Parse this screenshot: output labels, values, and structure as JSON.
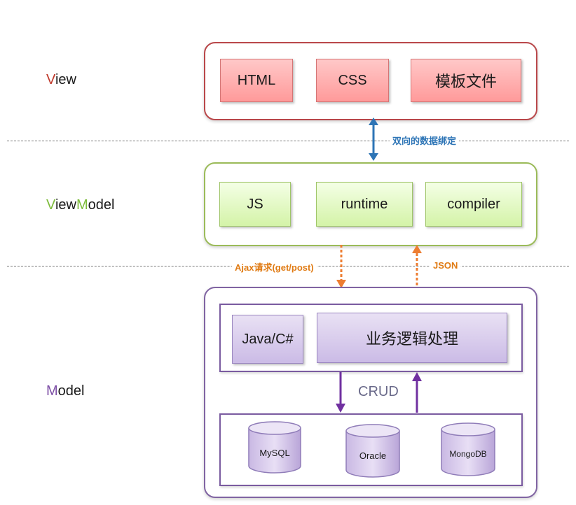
{
  "layers": {
    "view": {
      "first": "V",
      "rest": "iew"
    },
    "viewmodel": {
      "first1": "V",
      "mid": "iew",
      "first2": "M",
      "rest": "odel"
    },
    "model": {
      "first": "M",
      "rest": "odel"
    }
  },
  "view_boxes": [
    "HTML",
    "CSS",
    "模板文件"
  ],
  "vm_boxes": [
    "JS",
    "runtime",
    "compiler"
  ],
  "model_top": {
    "lang": "Java/C#",
    "logic": "业务逻辑处理"
  },
  "crud": "CRUD",
  "databases": [
    "MySQL",
    "Oracle",
    "MongoDB"
  ],
  "annotations": {
    "binding": "双向的数据绑定",
    "ajax": "Ajax请求(get/post)",
    "json": "JSON"
  },
  "colors": {
    "view": "#c0392b",
    "viewmodel": "#7dbb3a",
    "model": "#7d4fa6",
    "binding_arrow": "#2e75b6",
    "ajax_arrow": "#ed7d31",
    "crud_arrow": "#7030a0"
  }
}
